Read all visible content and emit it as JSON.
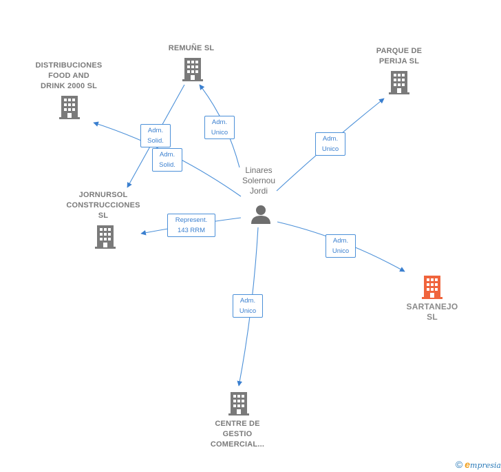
{
  "nodes": {
    "remune": {
      "lines": [
        "REMUÑE  SL"
      ],
      "icon": "building-icon",
      "color": "#7a7a7a"
    },
    "parque": {
      "lines": [
        "PARQUE DE",
        "PERIJA  SL"
      ],
      "icon": "building-icon",
      "color": "#7a7a7a"
    },
    "distribuciones": {
      "lines": [
        "DISTRIBUCIONES",
        "FOOD AND",
        "DRINK 2000 SL"
      ],
      "icon": "building-icon",
      "color": "#7a7a7a"
    },
    "jornursol": {
      "lines": [
        "JORNURSOL",
        "CONSTRUCCIONES",
        "SL"
      ],
      "icon": "building-icon",
      "color": "#7a7a7a"
    },
    "sartanejo": {
      "lines": [
        "SARTANEJO",
        "SL"
      ],
      "icon": "building-icon",
      "color": "#f0643c"
    },
    "centre": {
      "lines": [
        "CENTRE DE",
        "GESTIO",
        "COMERCIAL..."
      ],
      "icon": "building-icon",
      "color": "#7a7a7a"
    }
  },
  "person": {
    "lines": [
      "Linares",
      "Solernou",
      "Jordi"
    ],
    "icon": "person-icon",
    "color": "#6e6e6e"
  },
  "edges": {
    "e1": {
      "lines": [
        "Adm.",
        "Unico"
      ]
    },
    "e2": {
      "lines": [
        "Adm.",
        "Solid."
      ]
    },
    "e3": {
      "lines": [
        "Adm.",
        "Solid."
      ]
    },
    "e4": {
      "lines": [
        "Adm.",
        "Unico"
      ]
    },
    "e5": {
      "lines": [
        "Represent.",
        "143 RRM"
      ]
    },
    "e6": {
      "lines": [
        "Adm.",
        "Unico"
      ]
    },
    "e7": {
      "lines": [
        "Adm.",
        "Unico"
      ]
    }
  },
  "edge_color": "#4a8fd8",
  "footer": {
    "copyright": "©",
    "brand_initial": "e",
    "brand_rest": "mpresia"
  }
}
